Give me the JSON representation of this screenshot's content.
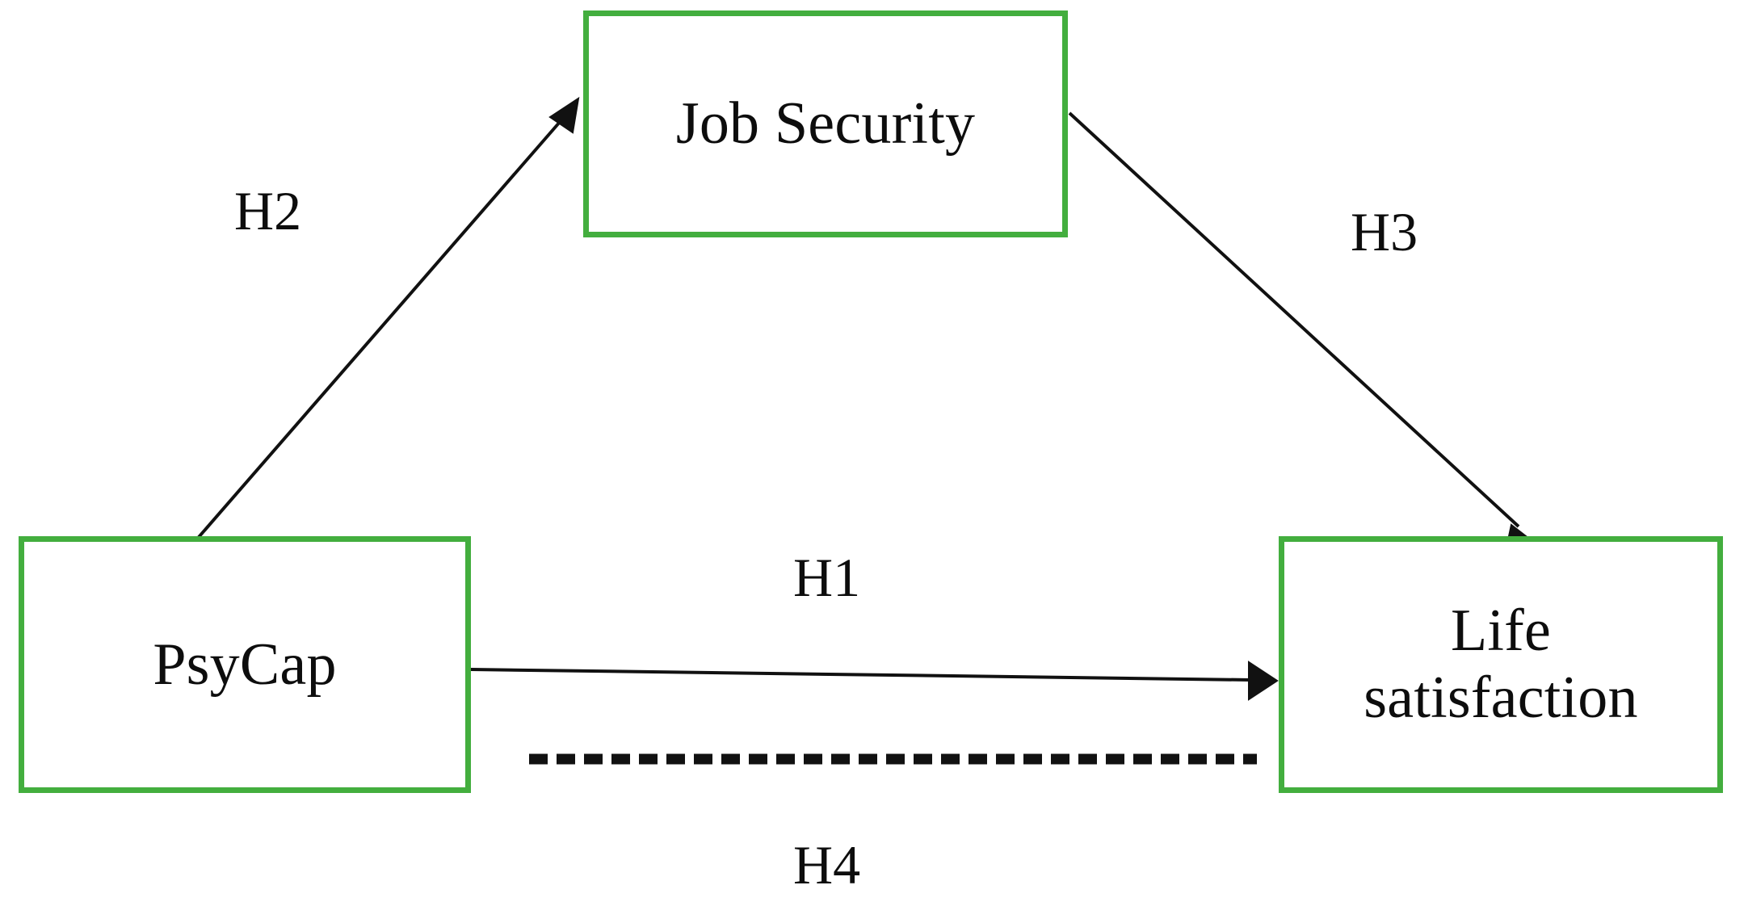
{
  "diagram": {
    "title": "PsyCap - Job Security - Life satisfaction hypothesized model",
    "background_color": "#ffffff",
    "node_border_color": "#43AE3E",
    "edge_color": "#0d0d0d",
    "nodes": [
      {
        "id": "job-security",
        "label": "Job Security"
      },
      {
        "id": "psycap",
        "label": "PsyCap"
      },
      {
        "id": "life-satisfaction",
        "label": "Life\nsatisfaction"
      }
    ],
    "edges": [
      {
        "id": "h1",
        "label": "H1",
        "from": "psycap",
        "to": "life-satisfaction",
        "style": "solid",
        "arrow": true
      },
      {
        "id": "h2",
        "label": "H2",
        "from": "psycap",
        "to": "job-security",
        "style": "solid",
        "arrow": true
      },
      {
        "id": "h3",
        "label": "H3",
        "from": "job-security",
        "to": "life-satisfaction",
        "style": "solid",
        "arrow": true
      },
      {
        "id": "h4",
        "label": "H4",
        "from": "psycap",
        "to": "life-satisfaction",
        "style": "dashed",
        "arrow": false
      }
    ]
  }
}
